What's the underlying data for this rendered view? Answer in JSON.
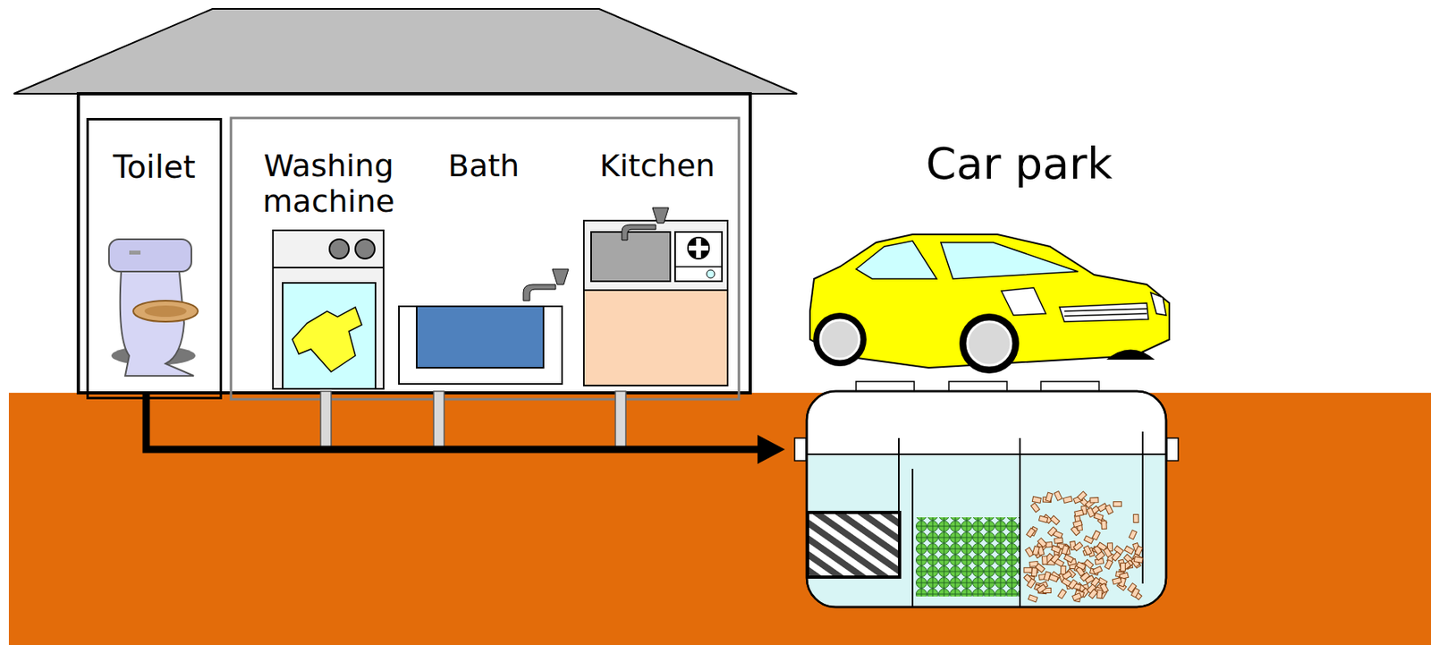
{
  "diagram": {
    "nodes": [
      {
        "text": [
          "Toilet"
        ]
      }
    ],
    "labels": [
      "Washing machine",
      "Bath",
      "Kitchen",
      "Car park"
    ]
  }
}
